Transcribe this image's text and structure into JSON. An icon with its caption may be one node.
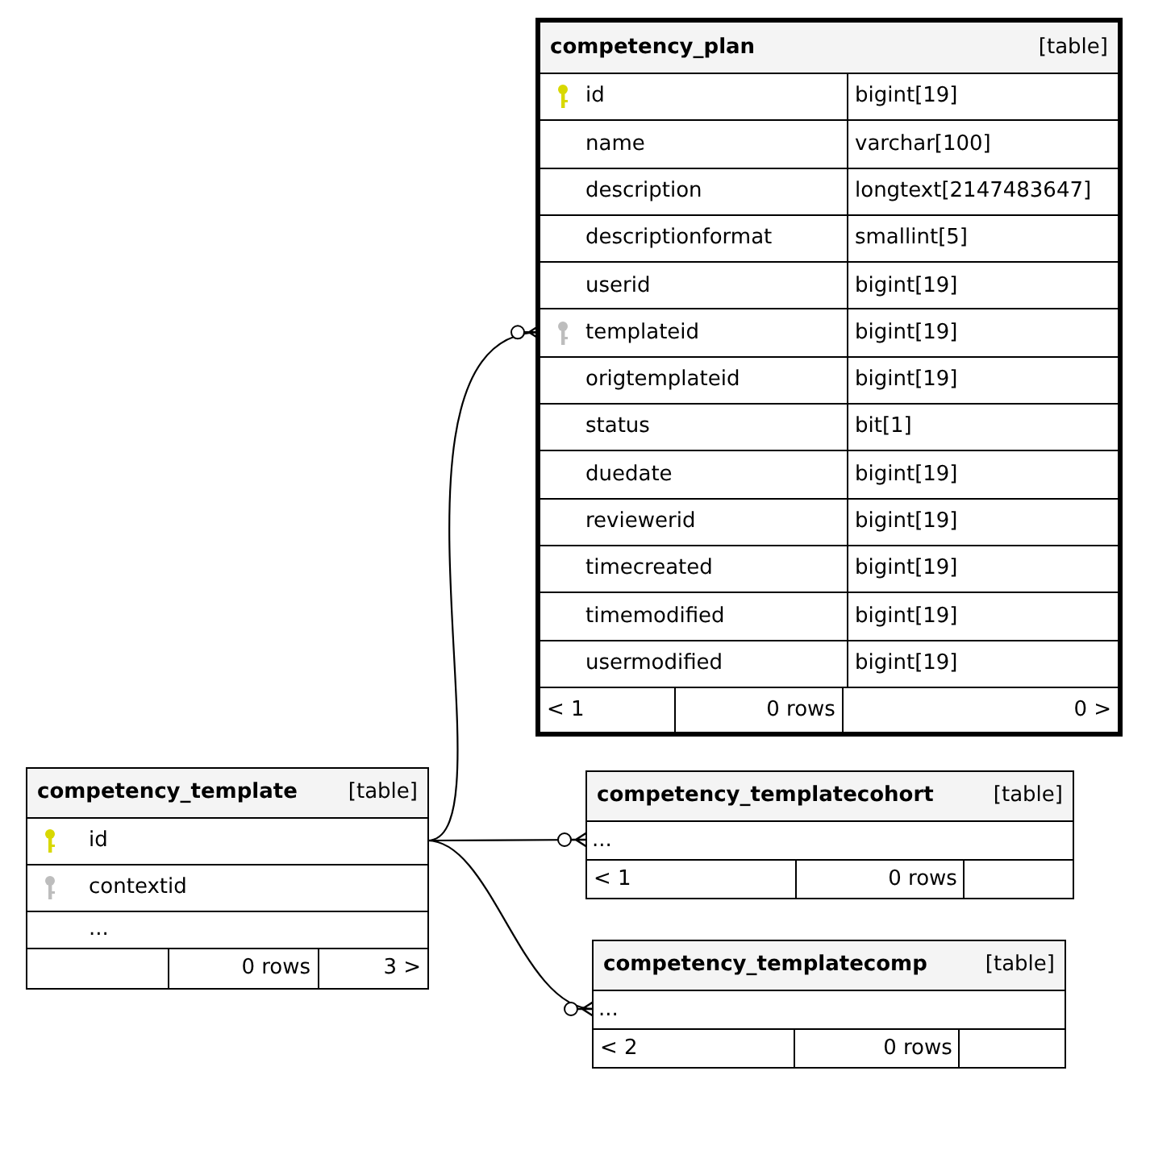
{
  "diagram": {
    "nodes": [
      {
        "text": [
          "competency_plan",
          "[table]"
        ]
      },
      {
        "text": [
          "id",
          "bigint[19]"
        ],
        "in": 0
      },
      {
        "text": [
          "name",
          "varchar[100]"
        ],
        "in": 0
      },
      {
        "text": [
          "description",
          "longtext[2147483647]"
        ],
        "in": 0
      },
      {
        "text": [
          "descriptionformat",
          "smallint[5]"
        ],
        "in": 0
      },
      {
        "text": [
          "userid",
          "bigint[19]"
        ],
        "in": 0
      },
      {
        "text": [
          "templateid",
          "bigint[19]"
        ],
        "in": 0
      },
      {
        "text": [
          "origtemplateid",
          "bigint[19]"
        ],
        "in": 0
      },
      {
        "text": [
          "status",
          "bit[1]"
        ],
        "in": 0
      },
      {
        "text": [
          "duedate",
          "bigint[19]"
        ],
        "in": 0
      },
      {
        "text": [
          "reviewerid",
          "bigint[19]"
        ],
        "in": 0
      },
      {
        "text": [
          "timecreated",
          "bigint[19]"
        ],
        "in": 0
      },
      {
        "text": [
          "timemodified",
          "bigint[19]"
        ],
        "in": 0
      },
      {
        "text": [
          "usermodified",
          "bigint[19]"
        ],
        "in": 0
      },
      {
        "text": [
          "< 1",
          "0 rows",
          "0 >"
        ],
        "in": 0
      },
      {
        "text": [
          "competency_template",
          "[table]"
        ]
      },
      {
        "text": [
          "id"
        ],
        "in": 15
      },
      {
        "text": [
          "contextid"
        ],
        "in": 15
      },
      {
        "text": [
          "..."
        ],
        "in": 15
      },
      {
        "text": [
          "0 rows",
          "3 >"
        ],
        "in": 15
      },
      {
        "text": [
          "competency_templatecohort",
          "[table]"
        ]
      },
      {
        "text": [
          "..."
        ],
        "in": 20
      },
      {
        "text": [
          "< 1",
          "0 rows"
        ],
        "in": 20
      },
      {
        "text": [
          "competency_templatecomp",
          "[table]"
        ]
      },
      {
        "text": [
          "..."
        ],
        "in": 23
      },
      {
        "text": [
          "< 2",
          "0 rows"
        ],
        "in": 23
      }
    ],
    "edges": [
      {
        "from": 16,
        "to": 6,
        "arrow": "other"
      },
      {
        "from": 16,
        "to": 21,
        "arrow": "other"
      },
      {
        "from": 16,
        "to": 24,
        "arrow": "other"
      }
    ]
  }
}
